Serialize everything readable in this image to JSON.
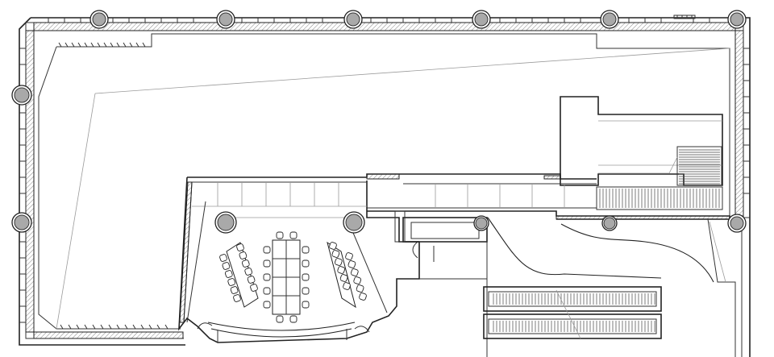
{
  "drawing": {
    "type": "architectural floor plan",
    "elements": {
      "structural_columns": 14,
      "meeting_tables": 3,
      "stairs": 1,
      "escalators": 2
    },
    "colors": {
      "line": "#222222",
      "column_fill": "#a9a9a9",
      "background": "#ffffff"
    }
  }
}
